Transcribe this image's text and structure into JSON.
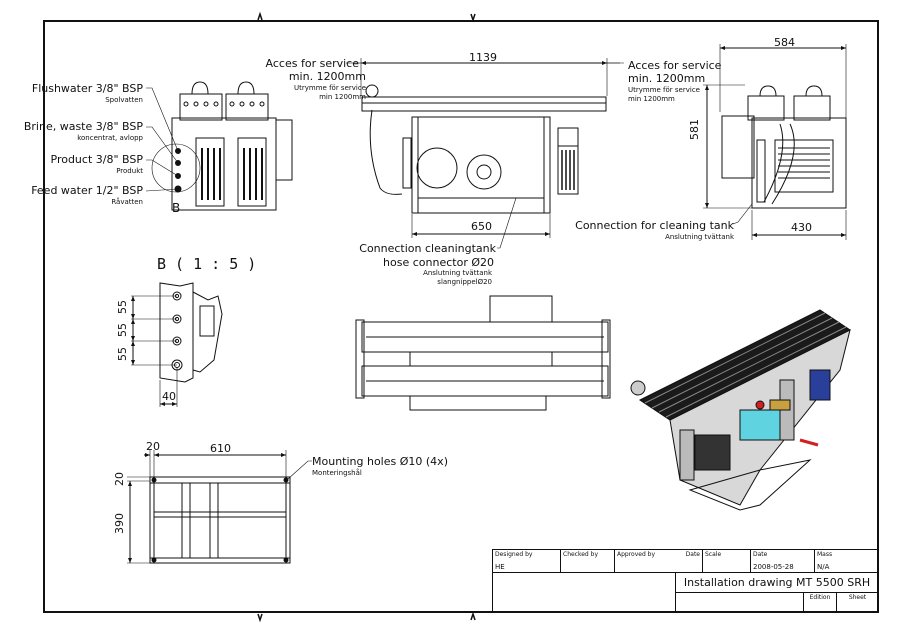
{
  "drawing": {
    "title": "Installation drawing MT 5500 SRH",
    "detail_view_label": "B ( 1 : 5 )",
    "detail_marker": "B"
  },
  "connections": [
    {
      "label": "Flushwater 3/8\" BSP",
      "sub": "Spolvatten"
    },
    {
      "label": "Brine, waste 3/8\" BSP",
      "sub": "koncentrat, avlopp"
    },
    {
      "label": "Product 3/8\" BSP",
      "sub": "Produkt"
    },
    {
      "label": "Feed water 1/2\" BSP",
      "sub": "Råvatten"
    }
  ],
  "service_left": {
    "line1": "Acces for service",
    "line2": "min. 1200mm",
    "sub1": "Utrymme för service",
    "sub2": "min 1200mm"
  },
  "service_right": {
    "line1": "Acces for service",
    "line2": "min. 1200mm",
    "sub1": "Utrymme för service",
    "sub2": "min 1200mm"
  },
  "cleaning_front": {
    "line1": "Connection cleaningtank",
    "line2": "hose connector Ø20",
    "sub1": "Anslutning tvättank",
    "sub2": "slangnippelØ20"
  },
  "cleaning_side": {
    "line1": "Connection for cleaning tank",
    "sub1": "Anslutning tvättank"
  },
  "mounting": {
    "line1": "Mounting holes Ø10 (4x)",
    "sub1": "Monteringshål"
  },
  "dimensions": {
    "front_width": "1139",
    "front_frame_width": "650",
    "side_width": "584",
    "side_height": "581",
    "side_frame_width": "430",
    "detail_spacing_1": "55",
    "detail_spacing_2": "55",
    "detail_spacing_3": "55",
    "detail_offset": "40",
    "base_offset_x": "20",
    "base_width": "610",
    "base_offset_y": "20",
    "base_depth": "390"
  },
  "title_block": {
    "designed_by_label": "Designed by",
    "designed_by": "HE",
    "checked_by_label": "Checked by",
    "approved_by_label": "Approved by",
    "date_label_1": "Date",
    "scale_label": "Scale",
    "date_label_2": "Date",
    "date": "2008-05-28",
    "mass_label": "Mass",
    "mass": "N/A",
    "title": "Installation drawing MT 5500 SRH",
    "edition_label": "Edition",
    "sheet_label": "Sheet"
  },
  "colors": {
    "line": "#111111",
    "pump": "#5fd3e0",
    "valve_red": "#d22020",
    "brass": "#c8a040",
    "motor_blue": "#2a3f9a"
  }
}
